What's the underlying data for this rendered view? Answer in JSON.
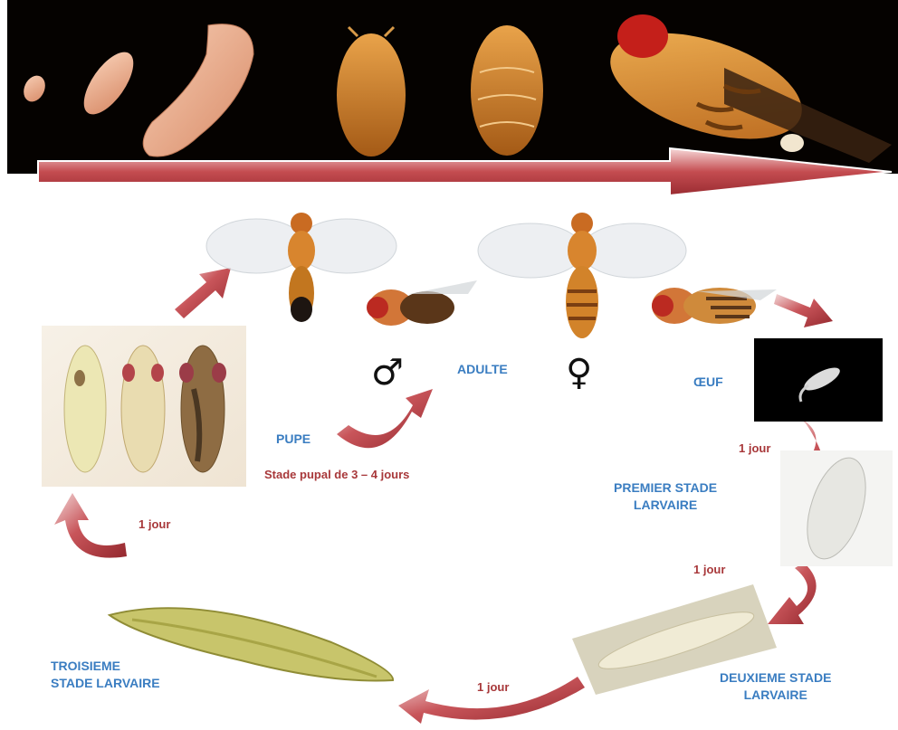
{
  "labels": {
    "adult": "ADULTE",
    "egg": "ŒUF",
    "pupa": "PUPE",
    "pupal_stage": "Stade pupal  de 3 – 4  jours",
    "first_larva": "PREMIER STADE\nLARVAIRE",
    "second_larva": "DEUXIEME STADE\nLARVAIRE",
    "third_larva": "TROISIEME\nSTADE LARVAIRE"
  },
  "durations": {
    "egg_to_first": "1 jour",
    "first_to_second": "1 jour",
    "second_to_third": "1 jour",
    "third_to_pupa": "1 jour"
  },
  "symbols": {
    "male": "♂",
    "female": "♀"
  },
  "colors": {
    "stage_label": "#3a7dc1",
    "duration_text": "#a8383a",
    "arrow_red": "#b84a4c",
    "arrow_light": "#f3d9d9",
    "strip_background": "#050200"
  }
}
